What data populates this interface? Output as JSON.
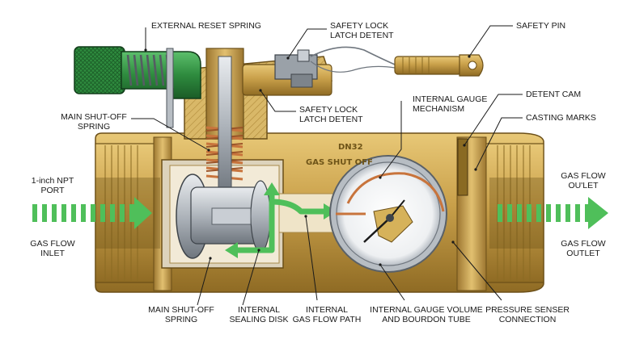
{
  "labels": {
    "external_reset_spring": "EXTERNAL RESET SPRING",
    "safety_lock_latch_detent_top": [
      "SAFETY LOCK",
      "LATCH DETENT"
    ],
    "safety_pin": "SAFETY PIN",
    "safety_lock_latch_detent_mid": [
      "SAFETY LOCK",
      "LATCH DETENT"
    ],
    "internal_gauge_mechanism": [
      "INTERNAL GAUGE",
      "MECHANISM"
    ],
    "detent_cam": "DETENT CAM",
    "casting_marks": "CASTING MARKS",
    "main_shutoff_spring_top": [
      "MAIN SHUT-OFF",
      "SPRING"
    ],
    "npt_port": [
      "1-inch NPT",
      "PORT"
    ],
    "gas_flow_inlet": [
      "GAS FLOW",
      "INLET"
    ],
    "gas_flow_outlet_top": [
      "GAS FLOW",
      "OU'LET"
    ],
    "gas_flow_outlet_bottom": [
      "GAS FLOW",
      "OUTLET"
    ],
    "main_shutoff_spring_bottom": [
      "MAIN SHUT-OFF",
      "SPRING"
    ],
    "internal_sealing_disk": [
      "INTERNAL",
      "SEALING DISK"
    ],
    "internal_gas_flow_path": [
      "INTERNAL",
      "GAS FLOW PATH"
    ],
    "internal_gauge_volume": [
      "INTERNAL GAUGE VOLUME",
      "AND BOURDON TUBE"
    ],
    "pressure_sensor_connection": [
      "PRESSURE SENSER",
      "CONNECTION"
    ]
  },
  "engraving": {
    "size_mark": "DN32",
    "casting_text": "GAS SHUT OFF"
  },
  "colors": {
    "brass": "#c9a04a",
    "brass_dark": "#8a6a22",
    "green_knob": "#2e8b3e",
    "flow_arrow": "#4fbf5a",
    "spring_copper": "#c8743c"
  }
}
